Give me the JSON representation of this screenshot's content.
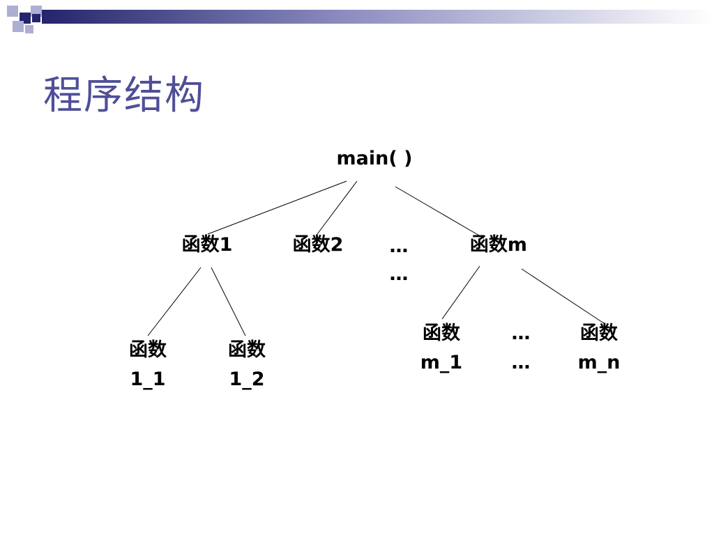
{
  "slide": {
    "title": "程序结构",
    "colors": {
      "title": "#4f4f98",
      "accent_dark": "#24246c",
      "accent_light": "#aeaed4",
      "header_gradient_end": "#ffffff",
      "line": "#000000"
    }
  },
  "tree": {
    "root": {
      "line1": "main( )"
    },
    "level1": [
      {
        "line1": "函数1"
      },
      {
        "line1": "函数2"
      },
      {
        "line1": "…",
        "line2": "…"
      },
      {
        "line1": "函数m"
      }
    ],
    "level2": [
      {
        "line1": "函数",
        "line2": "1_1"
      },
      {
        "line1": "函数",
        "line2": "1_2"
      },
      {
        "line1": "函数",
        "line2": "m_1"
      },
      {
        "line1": "…",
        "line2": "…"
      },
      {
        "line1": "函数",
        "line2": "m_n"
      }
    ]
  }
}
